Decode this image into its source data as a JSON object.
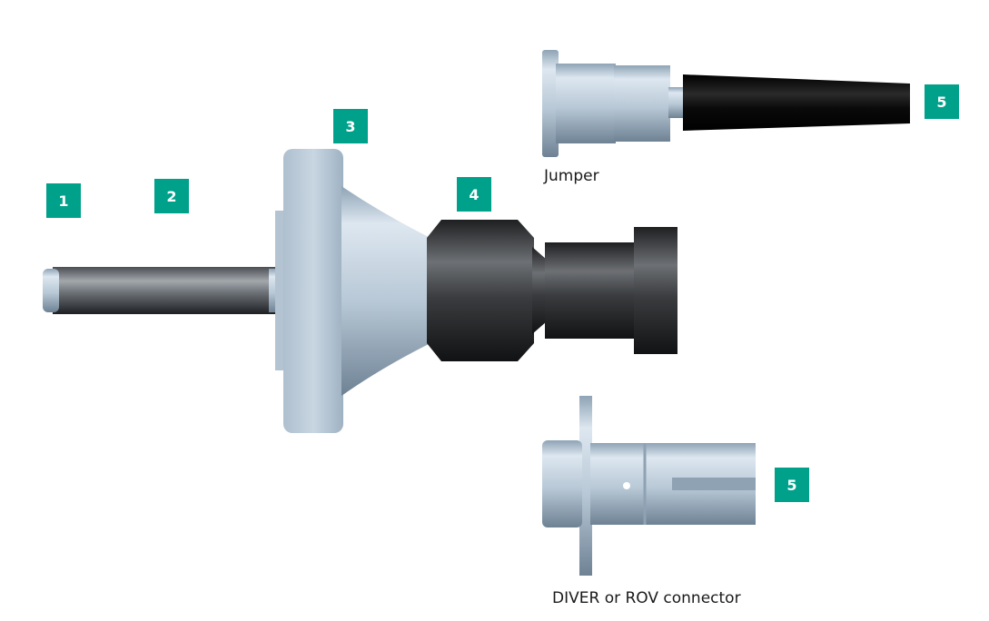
{
  "diagram": {
    "callouts": [
      "1",
      "2",
      "3",
      "4",
      "5",
      "5"
    ],
    "captions": {
      "jumper": "Jumper",
      "diver_rov": "DIVER or ROV connector"
    },
    "colors": {
      "badge": "#00a18a",
      "badge_text": "#ffffff",
      "steel_light": "#dfe8f0",
      "steel_mid": "#a9bccb",
      "steel_dark": "#5f7182",
      "gunmetal": "#2e2f31",
      "cable": "#050505"
    }
  }
}
